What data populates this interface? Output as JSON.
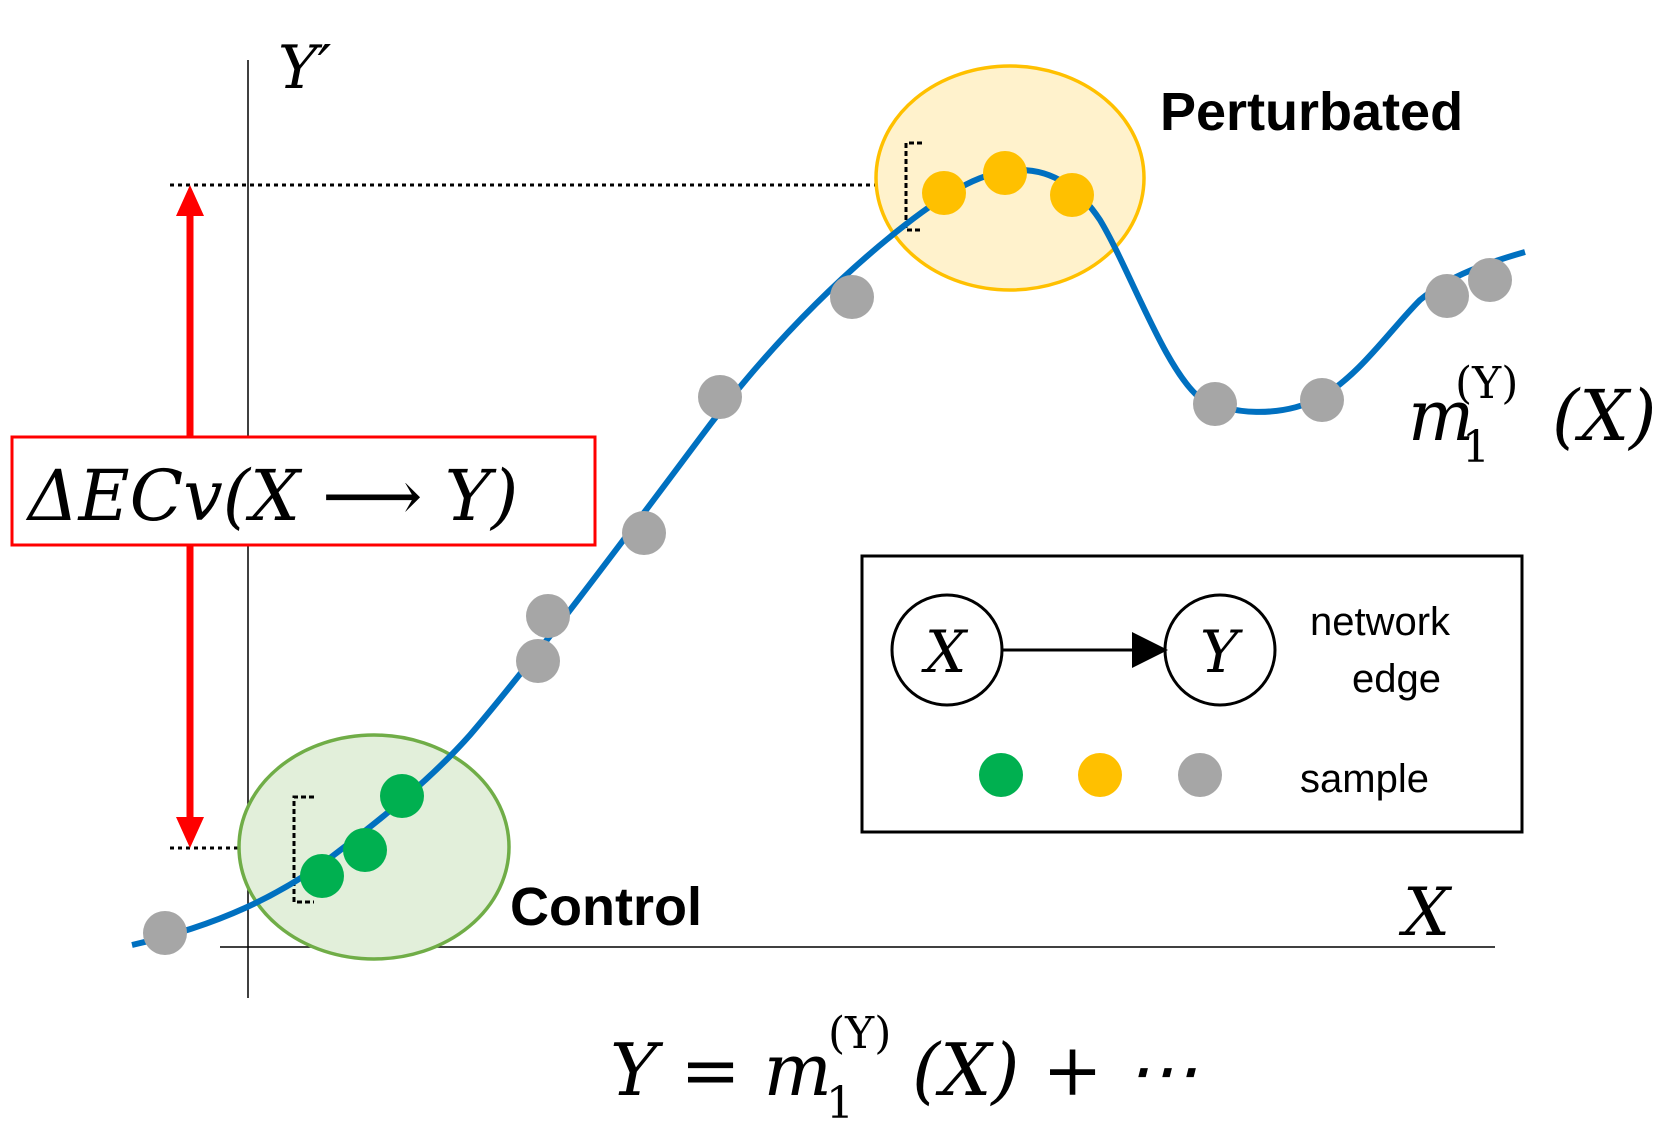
{
  "axes": {
    "y_label": "Y′",
    "x_label": "X"
  },
  "groups": {
    "perturbated_label": "Perturbated",
    "control_label": "Control"
  },
  "delta": {
    "text": "ΔECv(X ⟶ Y)"
  },
  "curve_label": {
    "m": "m",
    "sub": "1",
    "sup": "(Y)",
    "arg": "(X)"
  },
  "equation": {
    "lhs": "Y = m",
    "sub": "1",
    "sup": "(Y)",
    "rhs": "(X) + ⋯"
  },
  "legend": {
    "node_x": "X",
    "node_y": "Y",
    "edge_label_line1": "network",
    "edge_label_line2": "edge",
    "sample_label": "sample"
  },
  "colors": {
    "curve": "#0070c0",
    "control": "#00b050",
    "control_fill": "#e2efda",
    "control_stroke": "#70ad47",
    "perturbated": "#ffc000",
    "perturbated_fill": "#fff2cc",
    "sample": "#a6a6a6",
    "arrow": "#ff0000"
  }
}
